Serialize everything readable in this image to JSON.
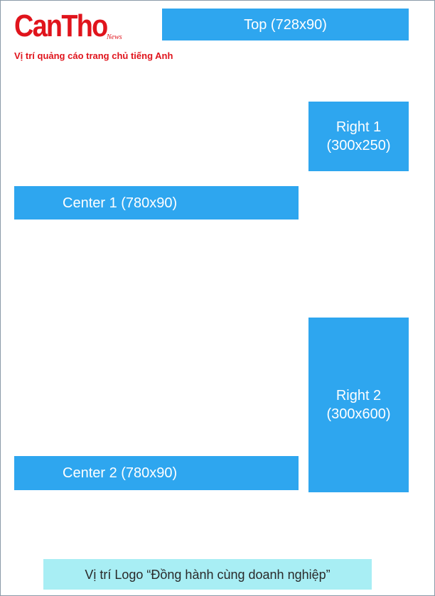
{
  "logo": {
    "main": "CanTho",
    "sub": "News"
  },
  "tagline": "Vị trí quảng cáo trang chủ tiếng Anh",
  "slots": {
    "top": {
      "label": "Top (728x90)"
    },
    "right1": {
      "line1": "Right 1",
      "line2": "(300x250)"
    },
    "center1": {
      "label": "Center 1 (780x90)"
    },
    "right2": {
      "line1": "Right 2",
      "line2": "(300x600)"
    },
    "center2": {
      "label": "Center 2 (780x90)"
    },
    "logo_partner": {
      "label": "Vị trí Logo “Đồng hành cùng doanh nghiệp”"
    }
  },
  "colors": {
    "brand_red": "#e0141c",
    "slot_blue": "#2ea6ef",
    "slot_cyan": "#a8eef4",
    "frame_border": "#8a9aa8"
  }
}
